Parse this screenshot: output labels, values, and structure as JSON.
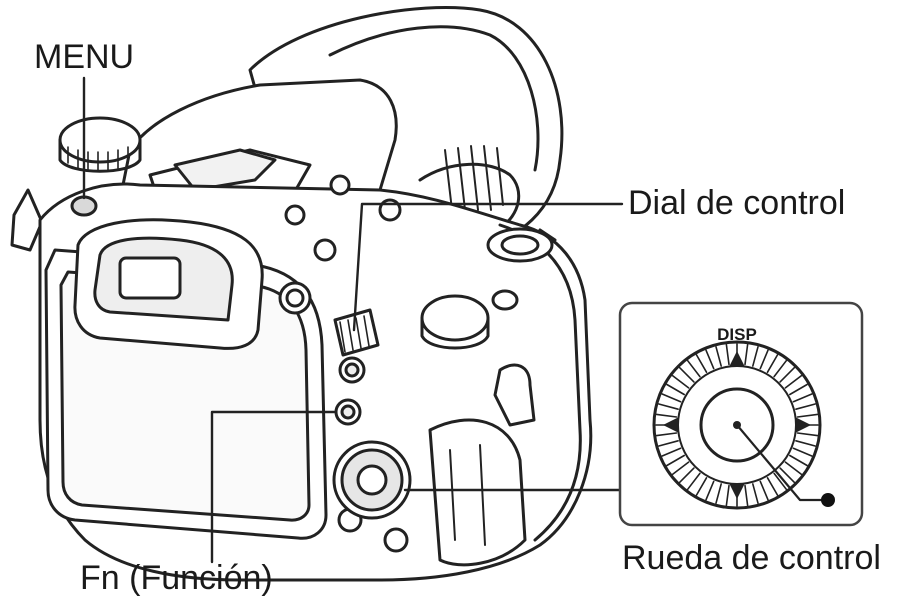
{
  "labels": {
    "menu": "MENU",
    "dial_de_control": "Dial de control",
    "fn_funcion": "Fn (Función)",
    "rueda_de_control": "Rueda de control",
    "disp": "DISP"
  },
  "colors": {
    "line": "#222222",
    "fill": "#ffffff",
    "shade": "#d9d9d9",
    "inset_border": "#444444"
  },
  "icons": [
    "camera-body",
    "control-wheel-inset",
    "arrow-up-icon",
    "arrow-down-icon",
    "arrow-left-icon",
    "arrow-right-icon",
    "center-button-dot-icon"
  ]
}
